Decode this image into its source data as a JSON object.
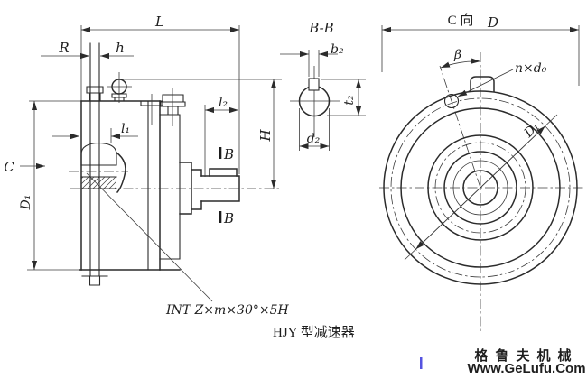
{
  "drawing": {
    "caption": "HJY 型减速器",
    "main_view": {
      "dim_L": "L",
      "dim_R": "R",
      "dim_h": "h",
      "dim_l1": "l₁",
      "dim_l2": "l₂",
      "dim_H": "H",
      "dim_D1": "D₁",
      "view_arrow_label": "C",
      "section_mark_top": "B",
      "section_mark_bottom": "B",
      "spline_note": "INT Z×m×30°×5H"
    },
    "section_bb": {
      "title": "B-B",
      "dim_b2": "b₂",
      "dim_t2": "t₂",
      "dim_d2": "d₂"
    },
    "view_c": {
      "title": "C 向",
      "dim_D": "D",
      "dim_beta": "β",
      "dim_bolt_holes": "n×d₀",
      "dim_D1": "D₁"
    }
  },
  "watermark": {
    "brand": "格鲁夫机械",
    "url": "Www.GeLufu.Com",
    "color": "#ef8282"
  },
  "colors": {
    "line": "#2b2b2b",
    "background": "#ffffff",
    "cursor_blue": "#5553e0"
  }
}
